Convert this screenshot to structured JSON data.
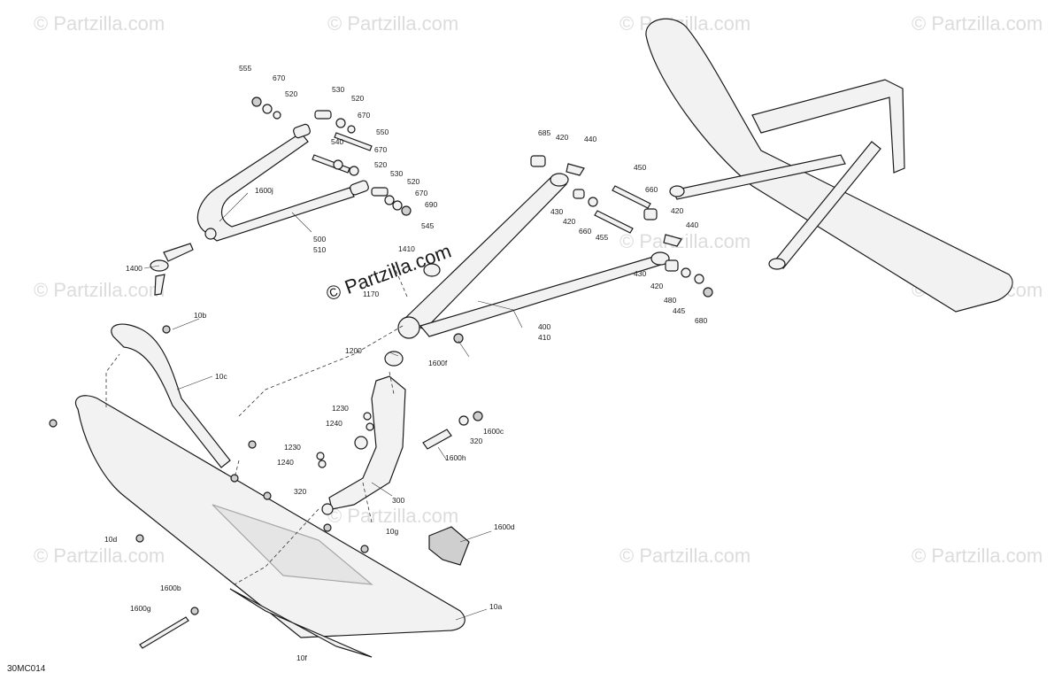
{
  "diagram": {
    "code": "30MC014",
    "watermark": "© Partzilla.com",
    "main_watermark": "© Partzilla.com"
  },
  "callouts": [
    {
      "id": "c555",
      "text": "555"
    },
    {
      "id": "c670a",
      "text": "670"
    },
    {
      "id": "c520a",
      "text": "520"
    },
    {
      "id": "c530a",
      "text": "530"
    },
    {
      "id": "c520b",
      "text": "520"
    },
    {
      "id": "c670b",
      "text": "670"
    },
    {
      "id": "c550",
      "text": "550"
    },
    {
      "id": "c540",
      "text": "540"
    },
    {
      "id": "c670c",
      "text": "670"
    },
    {
      "id": "c520c",
      "text": "520"
    },
    {
      "id": "c530b",
      "text": "530"
    },
    {
      "id": "c520d",
      "text": "520"
    },
    {
      "id": "c670d",
      "text": "670"
    },
    {
      "id": "c690",
      "text": "690"
    },
    {
      "id": "c545",
      "text": "545"
    },
    {
      "id": "c1600j",
      "text": "1600j"
    },
    {
      "id": "c500",
      "text": "500"
    },
    {
      "id": "c510",
      "text": "510"
    },
    {
      "id": "c1400",
      "text": "1400"
    },
    {
      "id": "c1410",
      "text": "1410"
    },
    {
      "id": "c1170",
      "text": "1170"
    },
    {
      "id": "c685",
      "text": "685"
    },
    {
      "id": "c420a",
      "text": "420"
    },
    {
      "id": "c440a",
      "text": "440"
    },
    {
      "id": "c450",
      "text": "450"
    },
    {
      "id": "c660a",
      "text": "660"
    },
    {
      "id": "c420b",
      "text": "420"
    },
    {
      "id": "c430a",
      "text": "430"
    },
    {
      "id": "c420c",
      "text": "420"
    },
    {
      "id": "c660b",
      "text": "660"
    },
    {
      "id": "c455",
      "text": "455"
    },
    {
      "id": "c440b",
      "text": "440"
    },
    {
      "id": "c430b",
      "text": "430"
    },
    {
      "id": "c420d",
      "text": "420"
    },
    {
      "id": "c480",
      "text": "480"
    },
    {
      "id": "c445",
      "text": "445"
    },
    {
      "id": "c680",
      "text": "680"
    },
    {
      "id": "c400",
      "text": "400"
    },
    {
      "id": "c410",
      "text": "410"
    },
    {
      "id": "c1600f",
      "text": "1600f"
    },
    {
      "id": "c10b",
      "text": "10b"
    },
    {
      "id": "c10c",
      "text": "10c"
    },
    {
      "id": "c1200",
      "text": "1200"
    },
    {
      "id": "c1230a",
      "text": "1230"
    },
    {
      "id": "c1240a",
      "text": "1240"
    },
    {
      "id": "c1230b",
      "text": "1230"
    },
    {
      "id": "c1240b",
      "text": "1240"
    },
    {
      "id": "c320a",
      "text": "320"
    },
    {
      "id": "c1600c",
      "text": "1600c"
    },
    {
      "id": "c1600h",
      "text": "1600h"
    },
    {
      "id": "c300",
      "text": "300"
    },
    {
      "id": "c320b",
      "text": "320"
    },
    {
      "id": "c10g",
      "text": "10g"
    },
    {
      "id": "c1600d",
      "text": "1600d"
    },
    {
      "id": "c10d",
      "text": "10d"
    },
    {
      "id": "c1600b",
      "text": "1600b"
    },
    {
      "id": "c1600g",
      "text": "1600g"
    },
    {
      "id": "c10a",
      "text": "10a"
    },
    {
      "id": "c10f",
      "text": "10f"
    }
  ]
}
